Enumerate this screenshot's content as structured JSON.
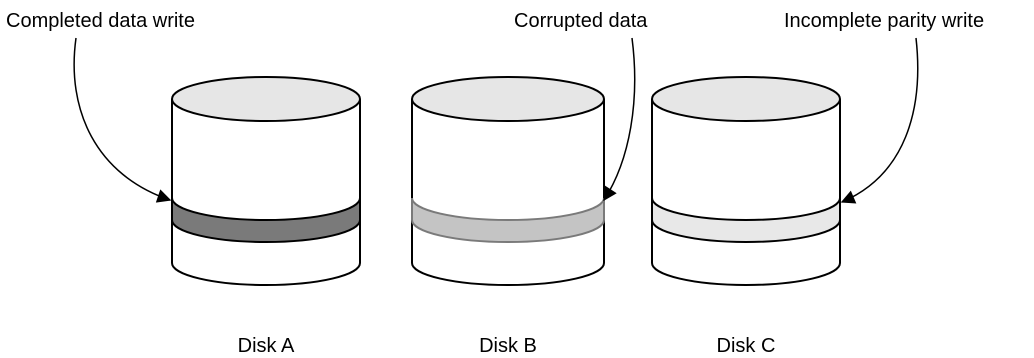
{
  "callouts": {
    "completed_data_write": "Completed data write",
    "corrupted_data": "Corrupted data",
    "incomplete_parity_write": "Incomplete parity write"
  },
  "disks": [
    {
      "label": "Disk A",
      "band_state": "completed data write",
      "band_color": "#7a7a7a"
    },
    {
      "label": "Disk B",
      "band_state": "corrupted data",
      "band_color": "#c4c4c4"
    },
    {
      "label": "Disk C",
      "band_state": "incomplete parity write",
      "band_color": "#e8e8e8"
    }
  ],
  "colors": {
    "disk_top": "#e6e6e6",
    "disk_body": "#ffffff",
    "outline": "#000000"
  }
}
